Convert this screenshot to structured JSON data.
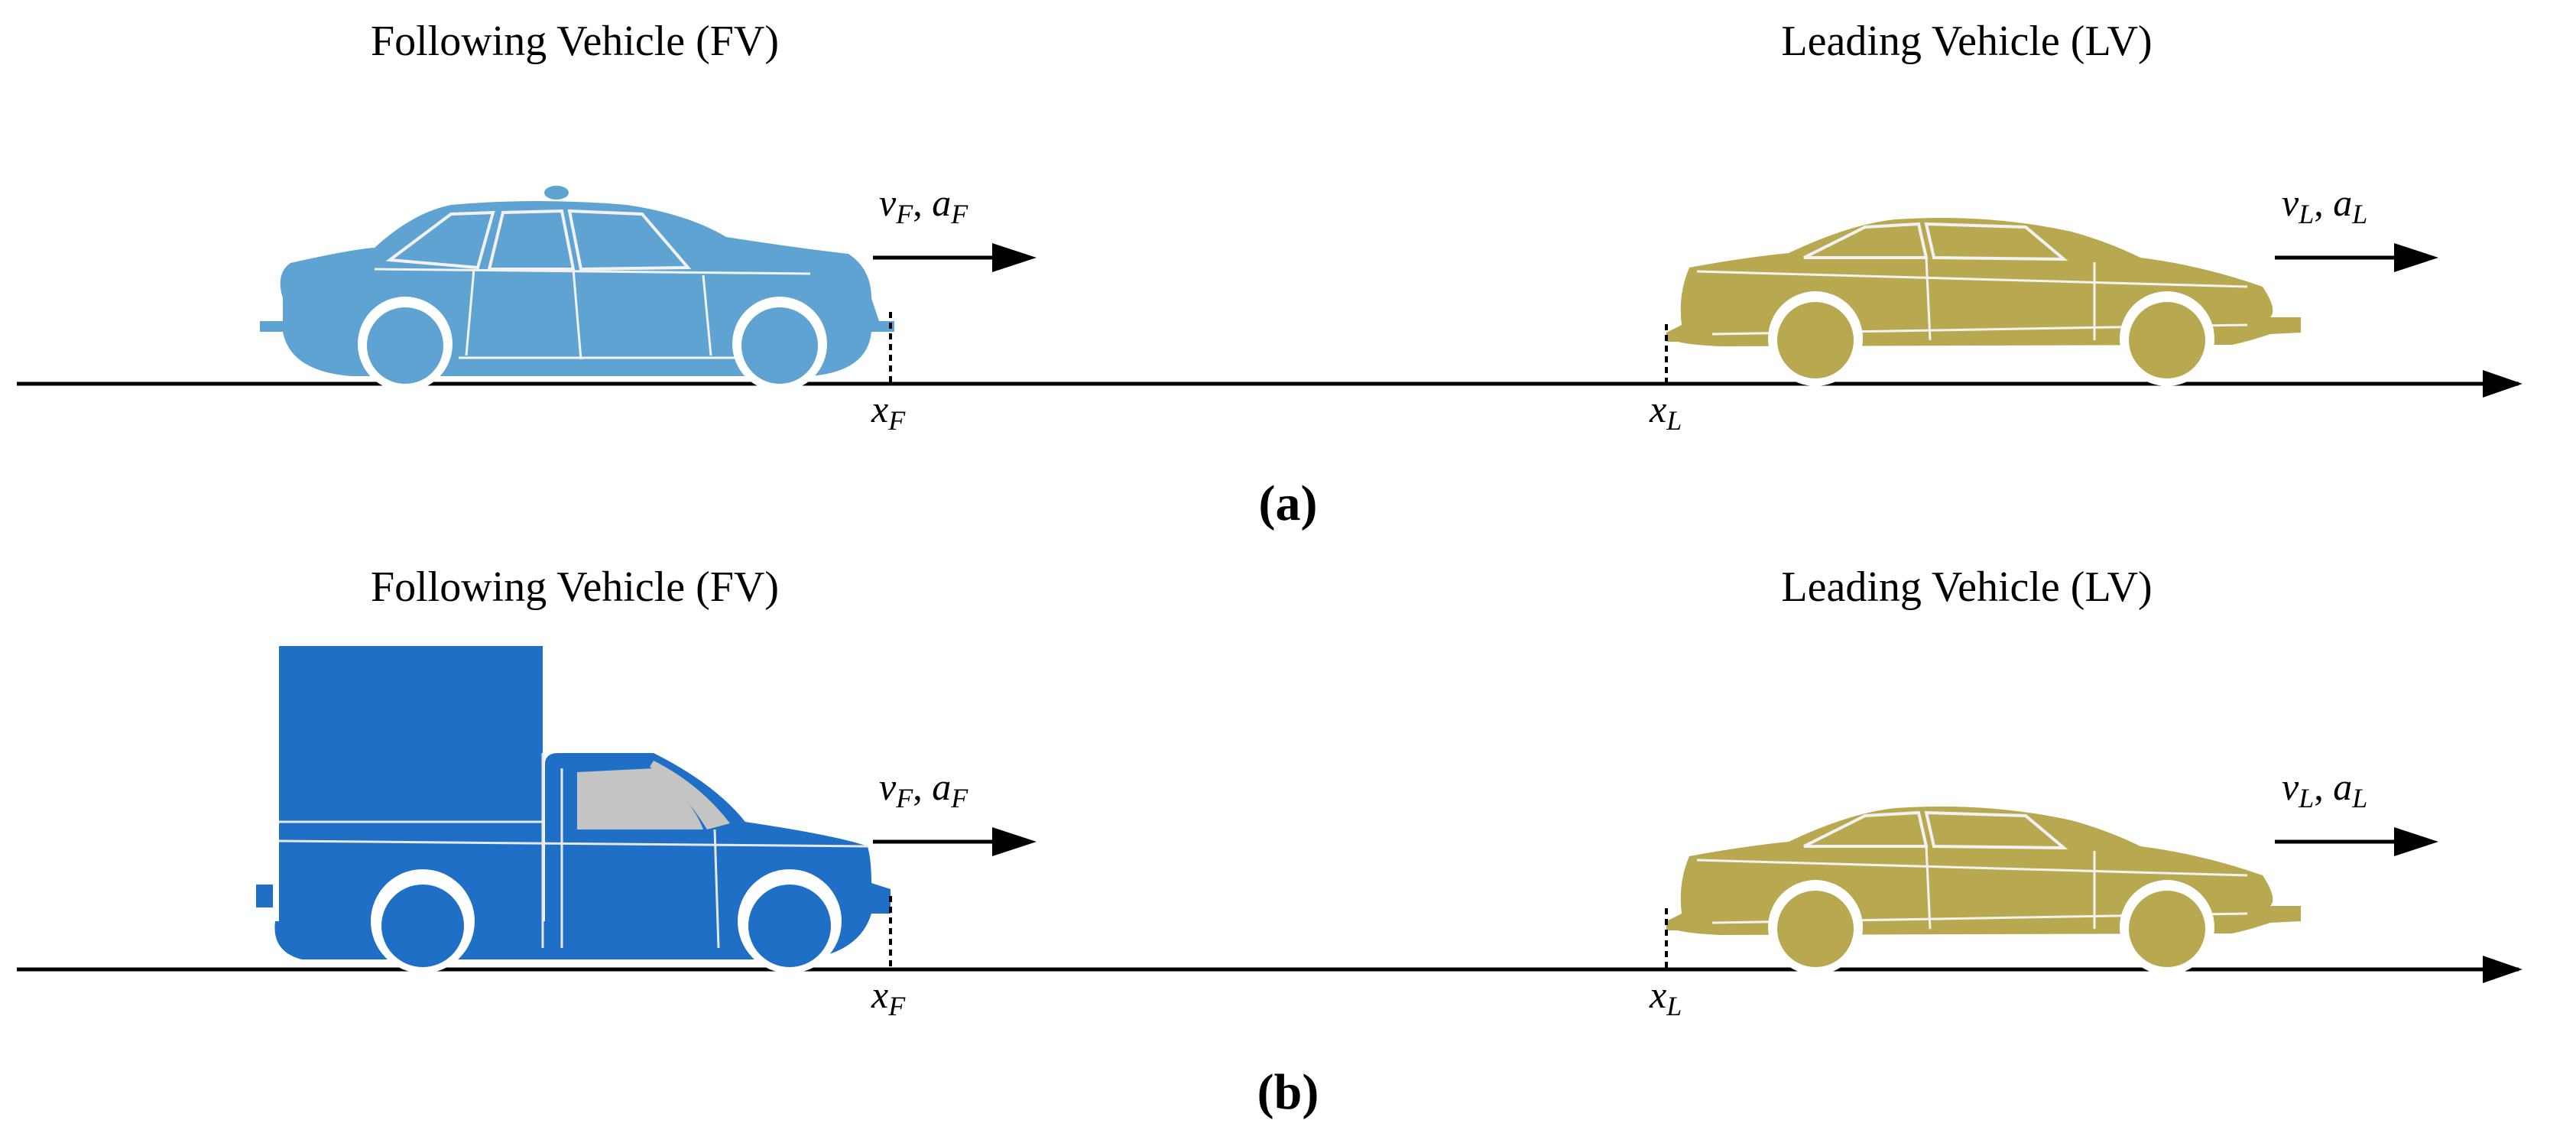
{
  "colors": {
    "axis": "#000000",
    "following_sedan": "#5fa3d3",
    "following_truck": "#1f6fc6",
    "truck_window": "#c0c0c0",
    "leading_car": "#b8a850",
    "car_lines": "#f2f2f2"
  },
  "panels": [
    {
      "label": "(a)",
      "following_vehicle": {
        "title": "Following Vehicle (FV)",
        "kind": "sedan",
        "velocity_symbol": "v",
        "velocity_sub": "F",
        "accel_symbol": "a",
        "accel_sub": "F",
        "position_symbol": "x",
        "position_sub": "F"
      },
      "leading_vehicle": {
        "title": "Leading Vehicle (LV)",
        "kind": "coupe",
        "velocity_symbol": "v",
        "velocity_sub": "L",
        "accel_symbol": "a",
        "accel_sub": "L",
        "position_symbol": "x",
        "position_sub": "L"
      }
    },
    {
      "label": "(b)",
      "following_vehicle": {
        "title": "Following Vehicle (FV)",
        "kind": "truck",
        "velocity_symbol": "v",
        "velocity_sub": "F",
        "accel_symbol": "a",
        "accel_sub": "F",
        "position_symbol": "x",
        "position_sub": "F"
      },
      "leading_vehicle": {
        "title": "Leading Vehicle (LV)",
        "kind": "coupe",
        "velocity_symbol": "v",
        "velocity_sub": "L",
        "accel_symbol": "a",
        "accel_sub": "L",
        "position_symbol": "x",
        "position_sub": "L"
      }
    }
  ]
}
